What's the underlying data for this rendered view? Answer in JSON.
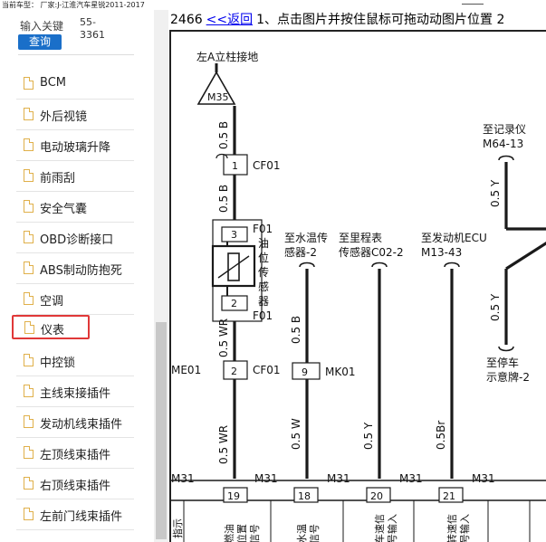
{
  "topbar": {
    "text": "当前车型： 厂家:J-江淮汽车星锐2011-2017"
  },
  "search": {
    "label": "输入关键",
    "code_line1": "55-",
    "code_line2": "3361",
    "button": "查询"
  },
  "sidebar": {
    "items": [
      {
        "label": "BCM"
      },
      {
        "label": "外后视镜"
      },
      {
        "label": "电动玻璃升降"
      },
      {
        "label": "前雨刮"
      },
      {
        "label": "安全气囊"
      },
      {
        "label": "OBD诊断接口"
      },
      {
        "label": "ABS制动防抱死"
      },
      {
        "label": "空调"
      },
      {
        "label": "仪表"
      },
      {
        "label": "中控锁"
      },
      {
        "label": "主线束接插件"
      },
      {
        "label": "发动机线束插件"
      },
      {
        "label": "左顶线束插件"
      },
      {
        "label": "右顶线束插件"
      },
      {
        "label": "左前门线束插件"
      }
    ],
    "selected_index": 8
  },
  "viewer": {
    "page_number": "2466",
    "back_link": "<<返回",
    "instruction": "1、点击图片并按住鼠标可拖动动图片位置 2"
  },
  "diagram": {
    "ground_label": "左A立柱接地",
    "ground_code": "M35",
    "wire_05B": "0.5 B",
    "cf01": "CF01",
    "f01": "F01",
    "pin1": "1",
    "pin2": "2",
    "pin3": "3",
    "pin9": "9",
    "pin18": "18",
    "pin19": "19",
    "pin20": "20",
    "pin21": "21",
    "sensor_name": [
      "油",
      "位",
      "传",
      "感",
      "器"
    ],
    "wire_05WR": "0.5 WR",
    "me01": "ME01",
    "mk01": "MK01",
    "m31": "M31",
    "wire_05W": "0.5 W",
    "wire_05Y": "0.5 Y",
    "wire_05Br": "0.5Br",
    "to_water_temp": [
      "至水温传",
      "感器-2"
    ],
    "to_odometer": [
      "至里程表",
      "传感器C02-2"
    ],
    "to_ecu": [
      "至发动机ECU",
      "M13-43"
    ],
    "to_recorder": [
      "至记录仪",
      "M64-13"
    ],
    "to_parking": [
      "至停车",
      "示意牌-2"
    ],
    "bottom_labels": {
      "left": "指示",
      "fuel": [
        "燃油",
        "位置",
        "信号"
      ],
      "water": [
        "水温",
        "信号"
      ],
      "speed": [
        "车速信",
        "号输入"
      ],
      "rpm": [
        "转速信",
        "号输入"
      ]
    }
  }
}
